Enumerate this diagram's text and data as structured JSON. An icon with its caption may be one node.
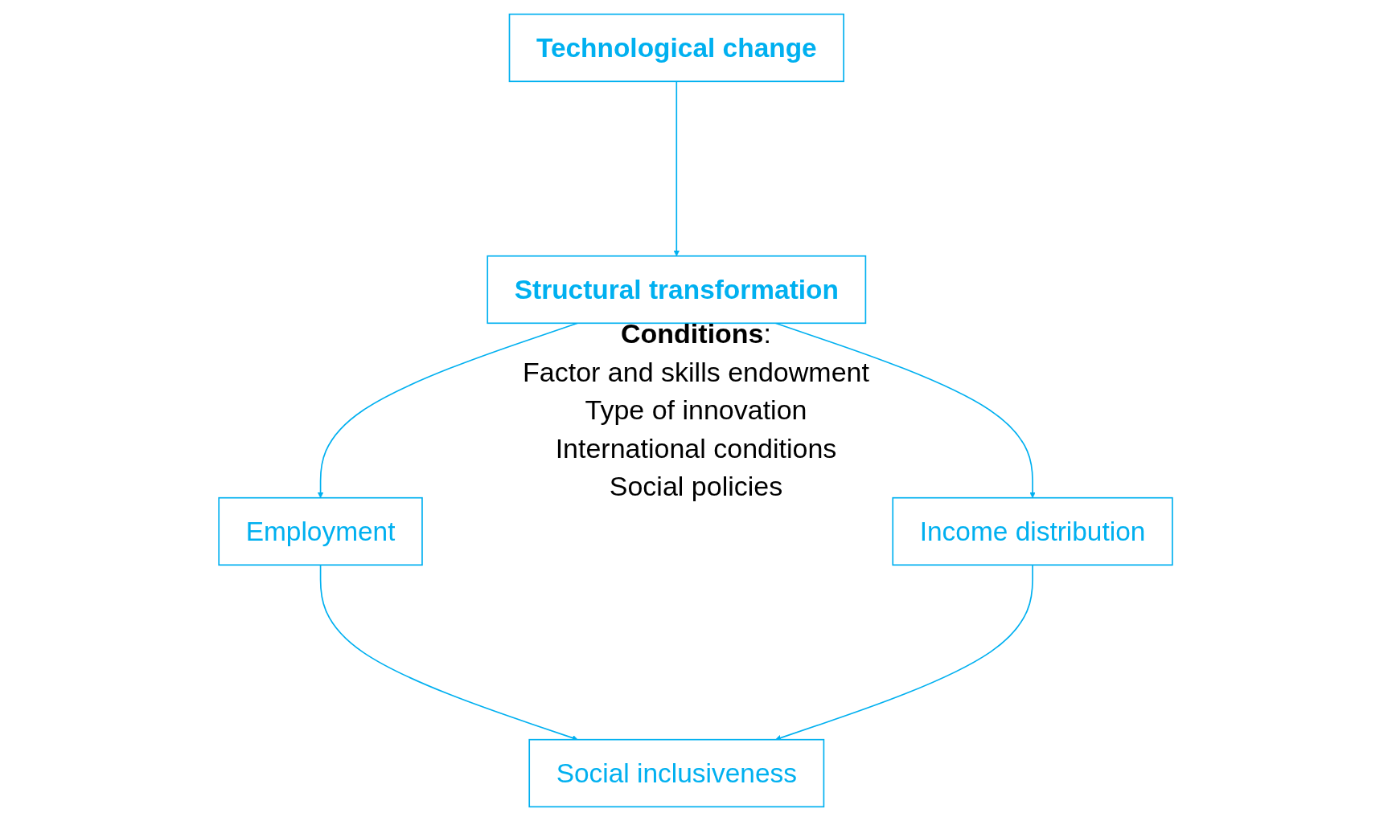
{
  "diagram": {
    "nodes": [
      {
        "text": [
          "Technological change"
        ]
      },
      {
        "text": [
          "Structural transformation"
        ]
      },
      {
        "text": [
          "Employment"
        ]
      },
      {
        "text": [
          "Income distribution"
        ]
      },
      {
        "text": [
          "Social inclusiveness"
        ]
      }
    ],
    "edges": [
      {
        "from": 0,
        "to": 1,
        "arrow": "to"
      },
      {
        "from": 1,
        "to": 2,
        "arrow": "to"
      },
      {
        "from": 1,
        "to": 3,
        "arrow": "to"
      },
      {
        "from": 2,
        "to": 4,
        "arrow": "to"
      },
      {
        "from": 3,
        "to": 4,
        "arrow": "to"
      }
    ],
    "labels": [
      "**Conditions**:",
      "Factor and skills endowment",
      "Type of innovation",
      "International conditions",
      "Social policies"
    ]
  }
}
